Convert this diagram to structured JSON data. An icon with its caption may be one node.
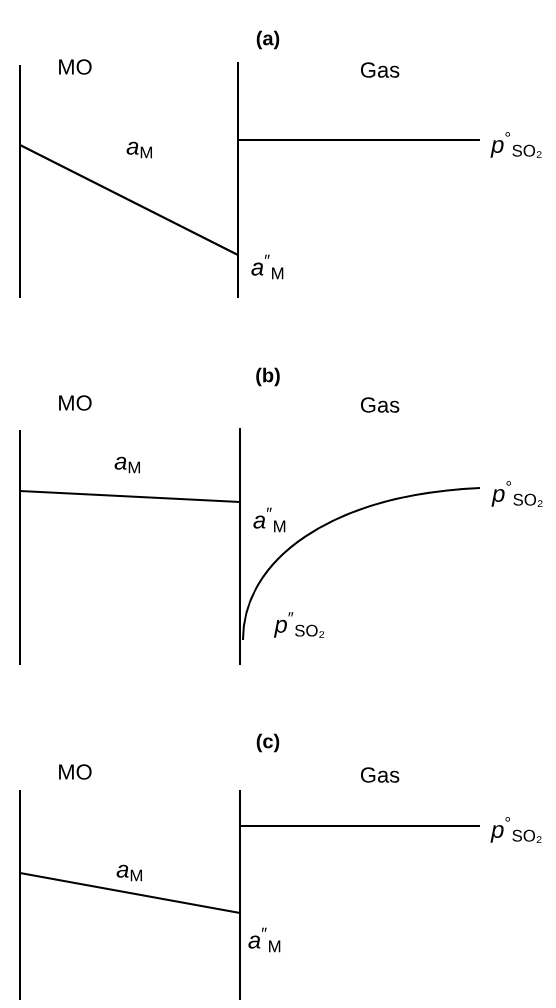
{
  "diagram": {
    "labels": [
      "(a)",
      "MO",
      "Gas",
      "*a*$_{M}$",
      "*p*$^{°}$$_{SO₂}$",
      "*a*$^{″}$$_{M}$",
      "(b)",
      "MO",
      "Gas",
      "*a*$_{M}$",
      "*p*$^{°}$$_{SO₂}$",
      "*a*$^{″}$$_{M}$",
      "*p*$^{″}$$_{SO₂}$",
      "(c)",
      "MO",
      "Gas",
      "*p*$^{°}$$_{SO₂}$",
      "*a*$_{M}$",
      "*a*$^{″}$$_{M}$"
    ]
  }
}
